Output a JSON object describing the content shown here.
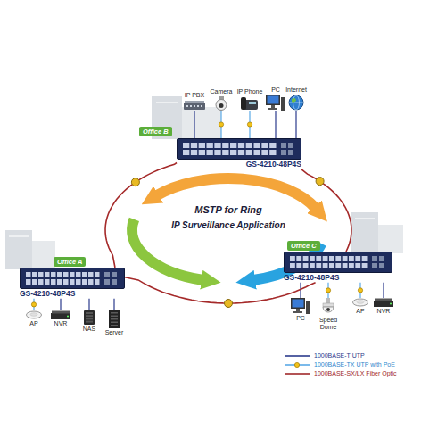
{
  "diagram": {
    "nodes": [
      {
        "text": [
          "IP PBX"
        ]
      },
      {
        "text": [
          "Camera"
        ]
      },
      {
        "text": [
          "IP Phone"
        ]
      },
      {
        "text": [
          "PC"
        ]
      },
      {
        "text": [
          "Internet"
        ]
      },
      {
        "text": [
          "Office B"
        ]
      },
      {
        "text": [
          "GS-4210-48P4S"
        ]
      },
      {
        "text": [
          "Office C"
        ]
      },
      {
        "text": [
          "GS-4210-48P4S"
        ]
      },
      {
        "text": [
          "Office A"
        ]
      },
      {
        "text": [
          "GS-4210-48P4S"
        ]
      },
      {
        "text": [
          "PC"
        ]
      },
      {
        "text": [
          "Speed Dome"
        ]
      },
      {
        "text": [
          "AP"
        ]
      },
      {
        "text": [
          "NVR"
        ]
      },
      {
        "text": [
          "AP"
        ]
      },
      {
        "text": [
          "NVR"
        ]
      },
      {
        "text": [
          "NAS"
        ]
      },
      {
        "text": [
          "Server"
        ]
      }
    ],
    "edges": [
      {
        "from": 6,
        "to": 0,
        "arrow": "none"
      },
      {
        "from": 6,
        "to": 1,
        "arrow": "none"
      },
      {
        "from": 6,
        "to": 2,
        "arrow": "none"
      },
      {
        "from": 6,
        "to": 3,
        "arrow": "none"
      },
      {
        "from": 6,
        "to": 4,
        "arrow": "none"
      },
      {
        "from": 8,
        "to": 11,
        "arrow": "none"
      },
      {
        "from": 8,
        "to": 12,
        "arrow": "none"
      },
      {
        "from": 8,
        "to": 13,
        "arrow": "none"
      },
      {
        "from": 8,
        "to": 14,
        "arrow": "none"
      },
      {
        "from": 10,
        "to": 15,
        "arrow": "none"
      },
      {
        "from": 10,
        "to": 16,
        "arrow": "none"
      },
      {
        "from": 10,
        "to": 17,
        "arrow": "none"
      },
      {
        "from": 10,
        "to": 18,
        "arrow": "none"
      },
      {
        "from": 6,
        "to": 8,
        "arrow": "none"
      },
      {
        "from": 8,
        "to": 10,
        "arrow": "none"
      },
      {
        "from": 10,
        "to": 6,
        "arrow": "none"
      }
    ],
    "labels": [
      "MSTP for Ring",
      "IP Surveillance Application"
    ],
    "legend": [
      {
        "text": "1000BASE-T UTP"
      },
      {
        "text": "1000BASE-TX UTP with PoE"
      },
      {
        "text": "1000BASE-SX/LX Fiber Optic"
      }
    ]
  }
}
